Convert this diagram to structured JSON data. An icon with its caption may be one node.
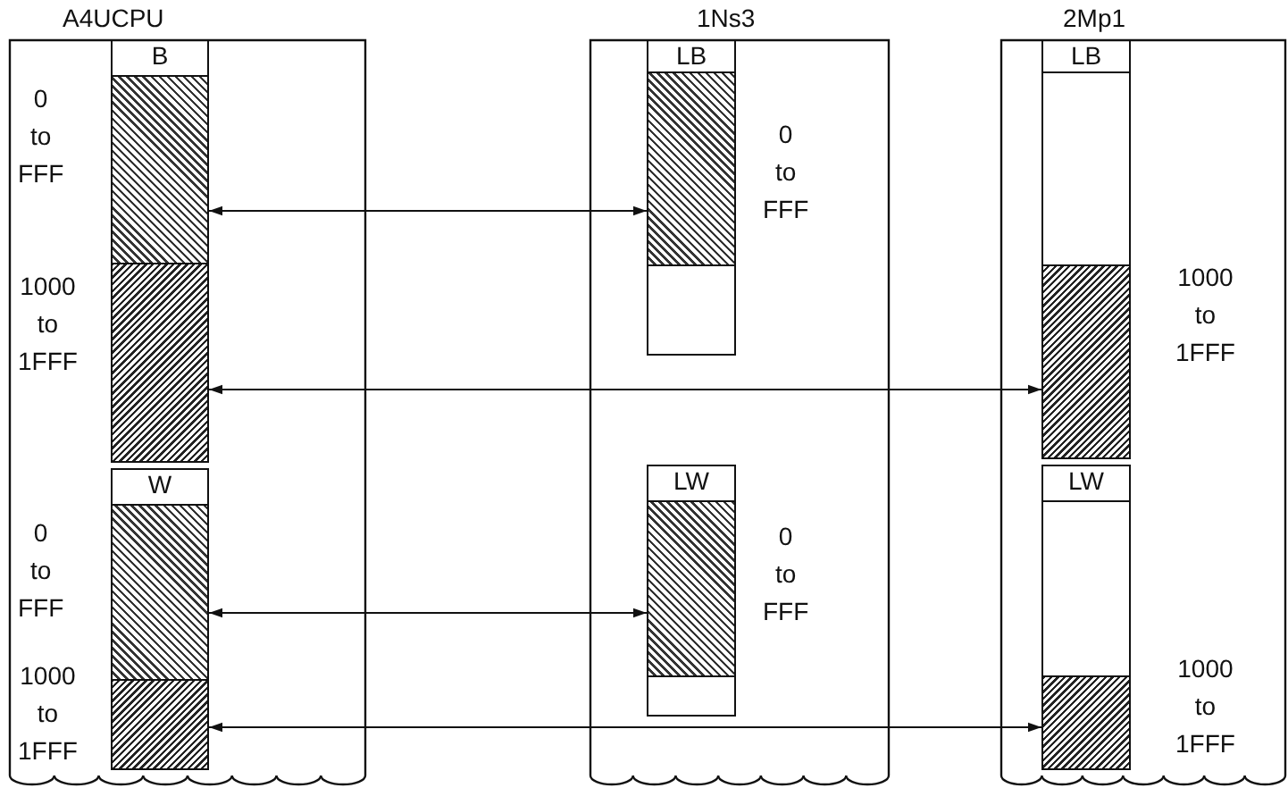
{
  "diagram": {
    "nodes": [
      {
        "text": [
          "A4UCPU"
        ]
      },
      {
        "text": [
          "B"
        ],
        "in": 0
      },
      {
        "text": [],
        "shape": "bar",
        "in": 1,
        "beside": [
          "0 to FFF"
        ]
      },
      {
        "text": [],
        "shape": "bar",
        "in": 1,
        "beside": [
          "1000 to 1FFF"
        ]
      },
      {
        "text": [
          "W"
        ],
        "in": 0
      },
      {
        "text": [],
        "shape": "bar",
        "in": 4,
        "beside": [
          "0 to FFF"
        ]
      },
      {
        "text": [],
        "shape": "bar",
        "in": 4,
        "beside": [
          "1000 to 1FFF"
        ]
      },
      {
        "text": [
          "1Ns3"
        ]
      },
      {
        "text": [
          "LB"
        ],
        "in": 7
      },
      {
        "text": [],
        "shape": "bar",
        "in": 8,
        "beside": [
          "0 to FFF"
        ]
      },
      {
        "text": [],
        "shape": "bar",
        "in": 8
      },
      {
        "text": [
          "LW"
        ],
        "in": 7
      },
      {
        "text": [],
        "shape": "bar",
        "in": 11,
        "beside": [
          "0 to FFF"
        ]
      },
      {
        "text": [],
        "shape": "bar",
        "in": 11
      },
      {
        "text": [
          "2Mp1"
        ]
      },
      {
        "text": [
          "LB"
        ],
        "in": 14
      },
      {
        "text": [],
        "shape": "bar",
        "in": 15
      },
      {
        "text": [],
        "shape": "bar",
        "in": 15,
        "beside": [
          "1000 to 1FFF"
        ]
      },
      {
        "text": [
          "LW"
        ],
        "in": 14
      },
      {
        "text": [],
        "shape": "bar",
        "in": 18
      },
      {
        "text": [],
        "shape": "bar",
        "in": 18,
        "beside": [
          "1000 to 1FFF"
        ]
      }
    ],
    "edges": [
      {
        "from": 2,
        "to": 9,
        "arrow": "both"
      },
      {
        "from": 3,
        "to": 17,
        "arrow": "both"
      },
      {
        "from": 5,
        "to": 12,
        "arrow": "both"
      },
      {
        "from": 6,
        "to": 20,
        "arrow": "both"
      }
    ]
  }
}
